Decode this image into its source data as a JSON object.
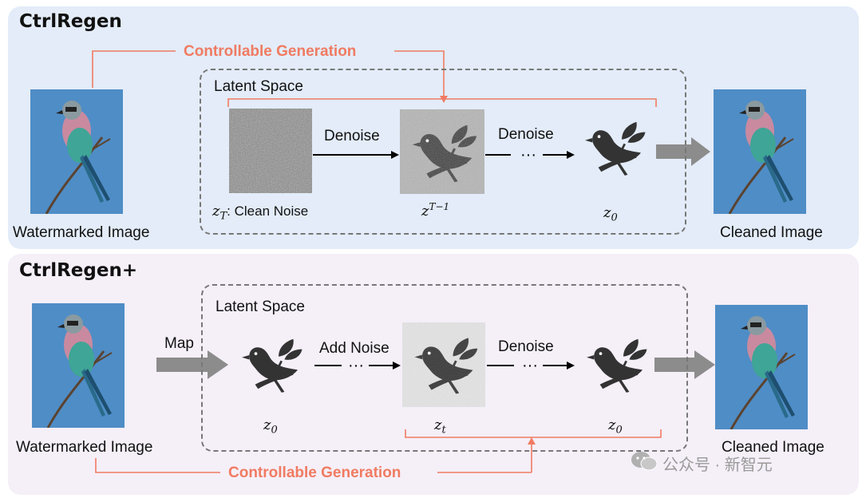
{
  "top": {
    "title": "CtrlRegen",
    "controllable": "Controllable Generation",
    "latent_space": "Latent Space",
    "denoise1": "Denoise",
    "denoise2": "Denoise",
    "zT": "z",
    "zT_sub": "T",
    "zT_caption": ": Clean Noise",
    "zT1": "z",
    "zT1_sup": "T−1",
    "z0": "z",
    "z0_sub": "0",
    "input_caption": "Watermarked Image",
    "output_caption": "Cleaned Image"
  },
  "bottom": {
    "title": "CtrlRegen+",
    "latent_space": "Latent Space",
    "map": "Map",
    "add_noise": "Add Noise",
    "denoise": "Denoise",
    "z0a": "z",
    "z0a_sub": "0",
    "zt": "z",
    "zt_sub": "t",
    "z0b": "z",
    "z0b_sub": "0",
    "controllable": "Controllable Generation",
    "input_caption": "Watermarked Image",
    "output_caption": "Cleaned Image"
  },
  "watermark": "公众号 · 新智元",
  "colors": {
    "accent": "#f07b62",
    "panel_top": "#e3ecf8",
    "panel_bottom": "#f5eff8",
    "arrow_gray": "#8c8c8c",
    "sky": "#4f8dc6"
  },
  "icons": {
    "bird_photo": "bird-photo",
    "bird_silhouette": "bird-leaf-silhouette",
    "wechat": "wechat-icon"
  }
}
